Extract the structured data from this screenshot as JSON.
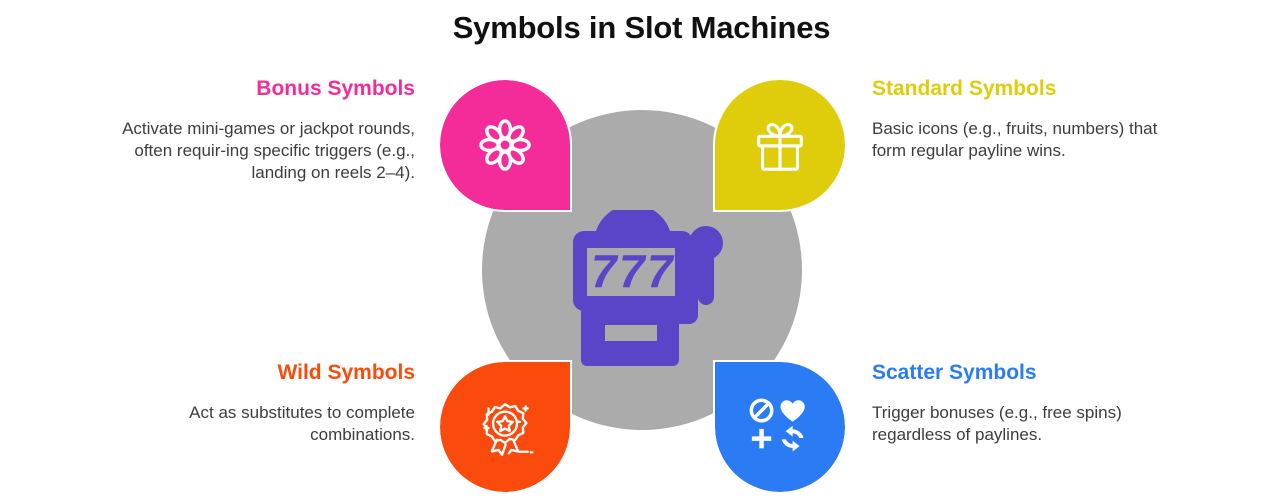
{
  "title": "Symbols in Slot Machines",
  "colors": {
    "pink": "#F42C9A",
    "yellow": "#DFCC0A",
    "orange": "#FA4A0C",
    "blue": "#2B7BF5",
    "purple": "#5A44C8",
    "gray_circle": "#ABABAB",
    "body_text": "#3D3D3D",
    "title_text": "#111111",
    "background": "#FFFFFF"
  },
  "center": {
    "icon_name": "slot-machine-icon",
    "reel_value": "777"
  },
  "quadrants": {
    "top_left": {
      "heading": "Bonus Symbols",
      "body": "Activate mini-games or jackpot rounds, often requir-ing specific triggers (e.g., landing on reels 2–4).",
      "color": "#F42C9A",
      "icon_name": "flower-icon"
    },
    "top_right": {
      "heading": "Standard Symbols",
      "body": "Basic icons (e.g., fruits, numbers) that form regular payline wins.",
      "color": "#DFCC0A",
      "icon_name": "gift-box-icon"
    },
    "bottom_left": {
      "heading": "Wild Symbols",
      "body": "Act as substitutes to complete combinations.",
      "color": "#FA4A0C",
      "icon_name": "award-badge-star-icon"
    },
    "bottom_right": {
      "heading": "Scatter Symbols",
      "body": "Trigger bonuses (e.g., free spins) regardless of paylines.",
      "color": "#2B7BF5",
      "icon_name": "scatter-multi-icon"
    }
  }
}
